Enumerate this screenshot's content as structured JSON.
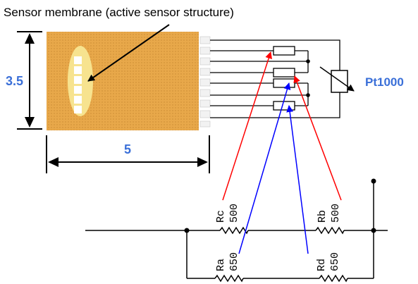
{
  "caption": "Sensor membrane (active sensor structure)",
  "dimensions": {
    "height_label": "3.5",
    "width_label": "5"
  },
  "rtd_label": "Pt1000",
  "resistors": {
    "rc": {
      "name": "Rc",
      "value": "500"
    },
    "rb": {
      "name": "Rb",
      "value": "500"
    },
    "ra": {
      "name": "Ra",
      "value": "650"
    },
    "rd": {
      "name": "Rd",
      "value": "650"
    }
  },
  "colors": {
    "chip_fill": "#e8a84a",
    "membrane_fill": "#f7e38f",
    "pad_fill": "#f2f2f2",
    "dimension_blue": "#3a6fd8",
    "arrow_red": "#ff0000",
    "arrow_blue": "#0000ff",
    "line": "#000000"
  }
}
